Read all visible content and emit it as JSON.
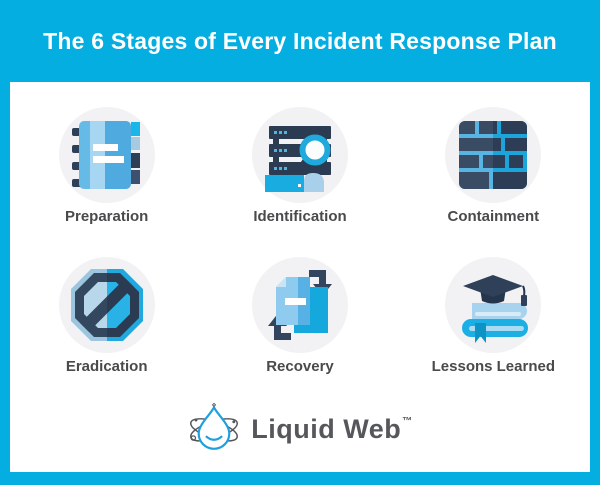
{
  "header": {
    "title": "The 6 Stages of Every Incident Response Plan"
  },
  "stages": [
    {
      "label": "Preparation",
      "icon": "notebook-icon"
    },
    {
      "label": "Identification",
      "icon": "server-magnifier-icon"
    },
    {
      "label": "Containment",
      "icon": "firewall-bricks-icon"
    },
    {
      "label": "Eradication",
      "icon": "prohibition-octagon-icon"
    },
    {
      "label": "Recovery",
      "icon": "documents-refresh-icon"
    },
    {
      "label": "Lessons Learned",
      "icon": "graduation-cap-books-icon"
    }
  ],
  "footer": {
    "brand_name": "Liquid Web",
    "trademark": "™",
    "logo": "liquid-web-droplet-atom-logo"
  },
  "colors": {
    "background": "#04AEE1",
    "card": "#FFFFFF",
    "icon_circle": "#F2F2F4",
    "navy": "#2E4057",
    "cyan": "#1FAEE2",
    "light_blue": "#A7D3EE",
    "title_text": "#FFFFFF",
    "label_text": "#4A4A4C",
    "logo_gray": "#55575C"
  }
}
